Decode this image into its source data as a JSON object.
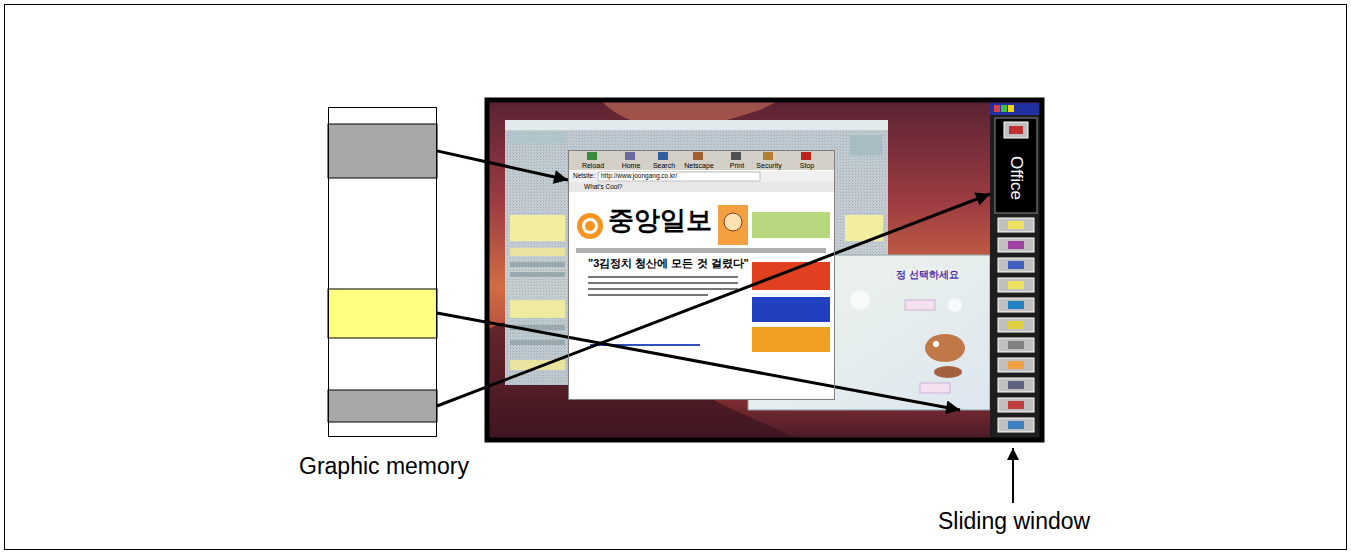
{
  "diagram": {
    "nodes": [
      {
        "text": [
          "Graphic memory"
        ]
      },
      {
        "text": [
          "Reload",
          "Home",
          "Search",
          "Netscape",
          "Print",
          "Security",
          "Stop",
          "Netsite:",
          "http://www.joongang.co.kr/",
          "What's Cool?",
          "중앙일보",
          "\"3김정치 청산에 모든 것 걸렸다\""
        ]
      },
      {
        "text": [
          "정 선택하세요"
        ]
      },
      {
        "text": [
          "Office"
        ]
      }
    ],
    "edges": [
      {
        "from": 0,
        "to": 1,
        "arrow": "to"
      },
      {
        "from": 0,
        "to": 2,
        "arrow": "to"
      },
      {
        "from": 0,
        "to": 3,
        "arrow": "to"
      }
    ],
    "labels": [
      "Sliding window"
    ]
  }
}
